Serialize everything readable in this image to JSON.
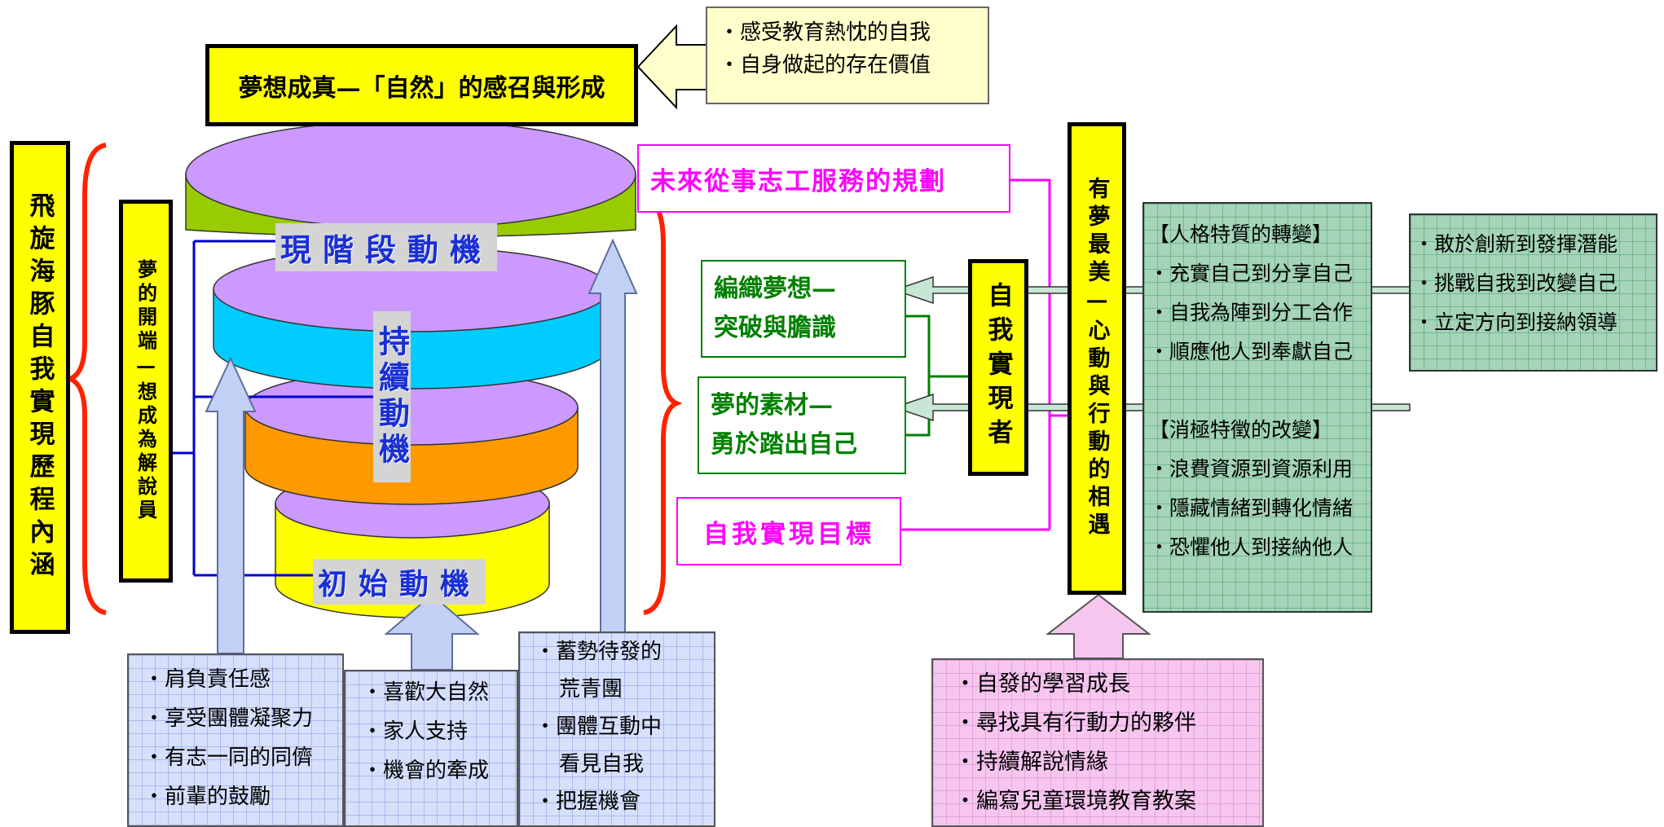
{
  "title": "夢想成真—「自然」的感召與形成",
  "top_note": [
    "感受教育熱忱的自我",
    "自身做起的存在價值"
  ],
  "left_title": "飛旋海豚自我實現歷程內涵",
  "left_sub": "夢的開端—想成為解說員",
  "motives": {
    "current": "現階段動機",
    "continuing": "持續動機",
    "initial": "初始動機"
  },
  "box_bottom_left": [
    "肩負責任感",
    "享受團體凝聚力",
    "有志一同的同儕",
    "前輩的鼓勵"
  ],
  "box_bottom_mid": [
    "喜歡大自然",
    "家人支持",
    "機會的牽成"
  ],
  "box_bottom_right": [
    [
      "蓄勢待發的",
      "荒青團"
    ],
    [
      "團體互動中",
      "看見自我"
    ],
    [
      "把握機會"
    ]
  ],
  "future_plan": "未來從事志工服務的規劃",
  "goal": "自我實現目標",
  "dream_weave": [
    "編織夢想—",
    "突破與膽識"
  ],
  "dream_material": [
    "夢的素材—",
    "勇於踏出自己"
  ],
  "self_realizer": "自我實現者",
  "encounter": "有夢最美—心動與行動的相遇",
  "personality": {
    "heading": "【人格特質的轉變】",
    "items": [
      "充實自己到分享自己",
      "自我為陣到分工合作",
      "順應他人到奉獻自己"
    ]
  },
  "negative": {
    "heading": "【消極特徵的改變】",
    "items": [
      "浪費資源到資源利用",
      "隱藏情緒到轉化情緒",
      "恐懼他人到接納他人"
    ]
  },
  "right_box": [
    "敢於創新到發揮潛能",
    "挑戰自我到改變自己",
    "立定方向到接納領導"
  ],
  "bottom_pink": [
    "自發的學習成長",
    "尋找具有行動力的夥伴",
    "持續解說情緣",
    "編寫兒童環境教育教案"
  ],
  "colors": {
    "yellow": "#ffff00",
    "green_layer": "#99cc00",
    "cyan_layer": "#00ccff",
    "orange_layer": "#ff9900",
    "purple_top": "#cc99ff",
    "magenta": "#ff00ff",
    "red": "#ff0000",
    "dark_green": "#008000",
    "blue_line": "#0000cc"
  }
}
